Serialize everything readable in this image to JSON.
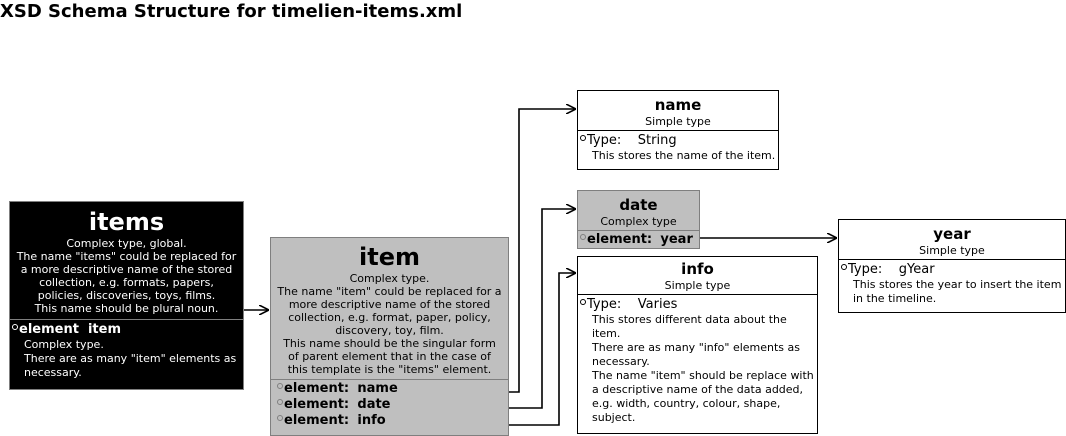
{
  "title": "XSD Schema Structure for timelien-items.xml",
  "nodes": {
    "items": {
      "title": "items",
      "subtitle": "Complex type, global.",
      "description": [
        "The name \"items\" could be replaced for",
        "a more descriptive name of the stored",
        "collection, e.g. formats, papers,",
        "policies, discoveries, toys, films.",
        "This name should be plural noun."
      ],
      "element_label": "element  item",
      "element_notes": [
        "Complex type.",
        "There are as many \"item\" elements as",
        "necessary."
      ]
    },
    "item": {
      "title": "item",
      "subtitle": "Complex type.",
      "description": [
        "The name \"item\" could be replaced for a",
        "more descriptive name of the stored",
        "collection, e.g. format, paper, policy,",
        "discovery, toy, film.",
        "This name should be the singular form",
        "of parent element that in the case of",
        "this template is the \"items\" element."
      ],
      "elements": [
        {
          "label": "element:",
          "name": "name"
        },
        {
          "label": "element:",
          "name": "date"
        },
        {
          "label": "element:",
          "name": "info"
        }
      ]
    },
    "name": {
      "title": "name",
      "subtitle": "Simple type",
      "type_label": "Type:",
      "type_value": "String",
      "notes": [
        "This stores the name of the item."
      ]
    },
    "date": {
      "title": "date",
      "subtitle": "Complex type",
      "element": {
        "label": "element:",
        "name": "year"
      }
    },
    "info": {
      "title": "info",
      "subtitle": "Simple type",
      "type_label": "Type:",
      "type_value": "Varies",
      "notes": [
        "This stores different data about the",
        "item.",
        "There are as many \"info\" elements as",
        "necessary.",
        "The name \"item\" should be replace with",
        "a descriptive name of the data added,",
        "e.g. width, country, colour, shape,",
        "subject."
      ]
    },
    "year": {
      "title": "year",
      "subtitle": "Simple type",
      "type_label": "Type:",
      "type_value": "gYear",
      "notes": [
        "This stores the year to insert the item",
        "in the timeline."
      ]
    }
  },
  "edges": [
    {
      "from": "items.element.item",
      "to": "item"
    },
    {
      "from": "item.element.name",
      "to": "name"
    },
    {
      "from": "item.element.date",
      "to": "date"
    },
    {
      "from": "item.element.info",
      "to": "info"
    },
    {
      "from": "date.element.year",
      "to": "year"
    }
  ]
}
